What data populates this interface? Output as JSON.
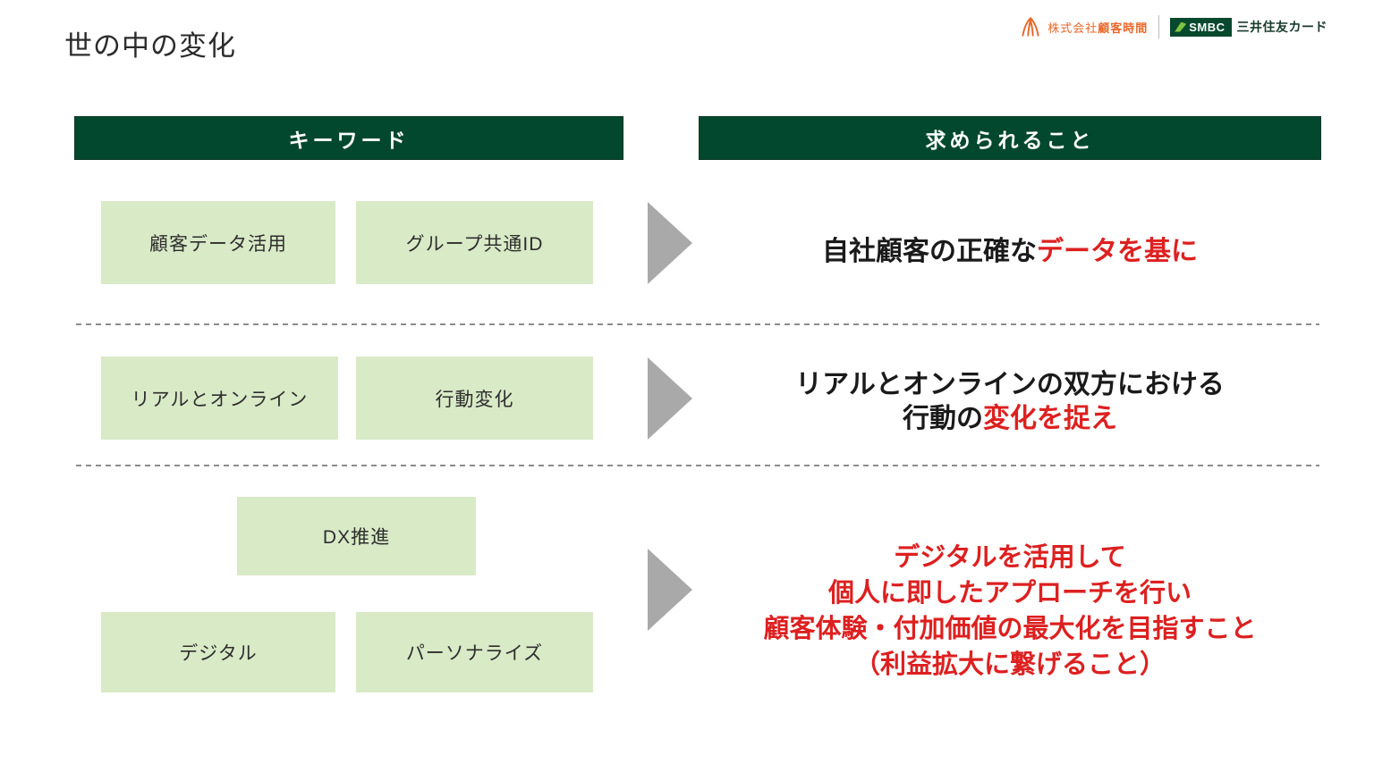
{
  "page": {
    "title": "世の中の変化"
  },
  "logos": {
    "kokyaku_jikan": {
      "prefix": "株式会社",
      "name": "顧客時間",
      "color": "#e8682a",
      "icon": "kokyaku-jikan-mark"
    },
    "smbc": {
      "badge": "SMBC",
      "text": "三井住友カード",
      "badge_bg": "#07492e",
      "leaf_color": "#7fc241"
    }
  },
  "headers": {
    "left": "キーワード",
    "right": "求められること"
  },
  "colors": {
    "header_green": "#02482e",
    "box_green": "#d9eac7",
    "accent_red": "#dd2020",
    "text_black": "#1a1a1a",
    "arrow_gray": "#a9a9a9",
    "logo_orange": "#e8682a"
  },
  "rows": [
    {
      "keywords": [
        "顧客データ活用",
        "グループ共通ID"
      ],
      "result_lines": [
        {
          "black": "自社顧客の正確な",
          "red": "データを基に"
        }
      ]
    },
    {
      "keywords": [
        "リアルとオンライン",
        "行動変化"
      ],
      "result_lines": [
        {
          "black": "リアルとオンラインの双方における",
          "red": ""
        },
        {
          "black": "行動の",
          "red": "変化を捉え"
        }
      ]
    },
    {
      "keywords": [
        "DX推進",
        "デジタル",
        "パーソナライズ"
      ],
      "result_lines": [
        {
          "red": "デジタルを活用して"
        },
        {
          "red": "個人に即したアプローチを行い"
        },
        {
          "red": "顧客体験・付加価値の最大化を目指すこと"
        },
        {
          "red": "（利益拡大に繋げること）"
        }
      ]
    }
  ]
}
